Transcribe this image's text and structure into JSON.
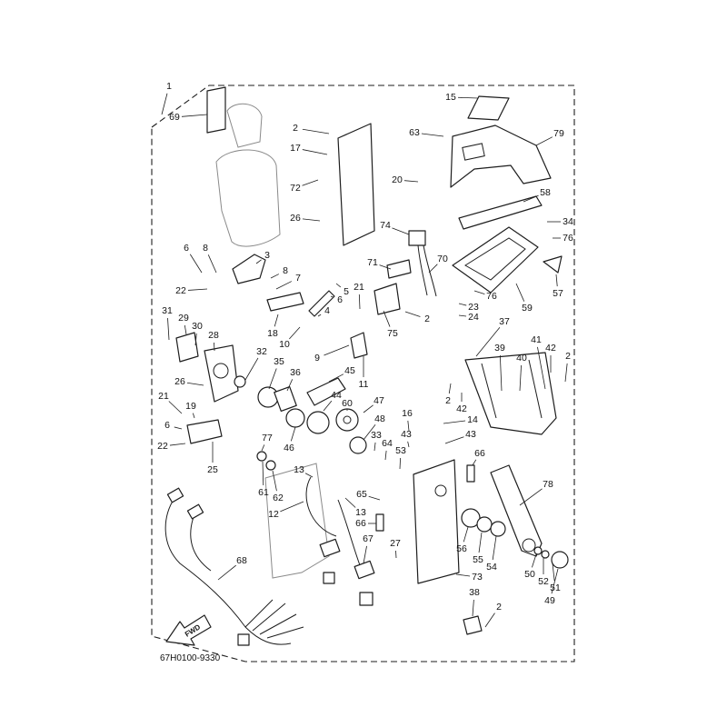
{
  "callouts": [
    "1",
    "69",
    "2",
    "17",
    "72",
    "26",
    "15",
    "63",
    "79",
    "20",
    "58",
    "34",
    "76",
    "74",
    "71",
    "70",
    "76",
    "59",
    "57",
    "23",
    "24",
    "2",
    "75",
    "37",
    "6",
    "8",
    "3",
    "8",
    "7",
    "5",
    "6",
    "21",
    "4",
    "22",
    "18",
    "10",
    "9",
    "11",
    "31",
    "29",
    "30",
    "28",
    "32",
    "35",
    "36",
    "45",
    "44",
    "26",
    "21",
    "19",
    "6",
    "22",
    "25",
    "60",
    "47",
    "48",
    "16",
    "14",
    "42",
    "2",
    "43",
    "43",
    "33",
    "64",
    "53",
    "77",
    "46",
    "39",
    "40",
    "41",
    "42",
    "2",
    "66",
    "78",
    "13",
    "65",
    "13",
    "66",
    "61",
    "62",
    "12",
    "67",
    "27",
    "56",
    "55",
    "54",
    "50",
    "52",
    "51",
    "49",
    "73",
    "68",
    "38",
    "2"
  ],
  "fwd_label": "FWD",
  "diagram_code": "67H0100-9330"
}
